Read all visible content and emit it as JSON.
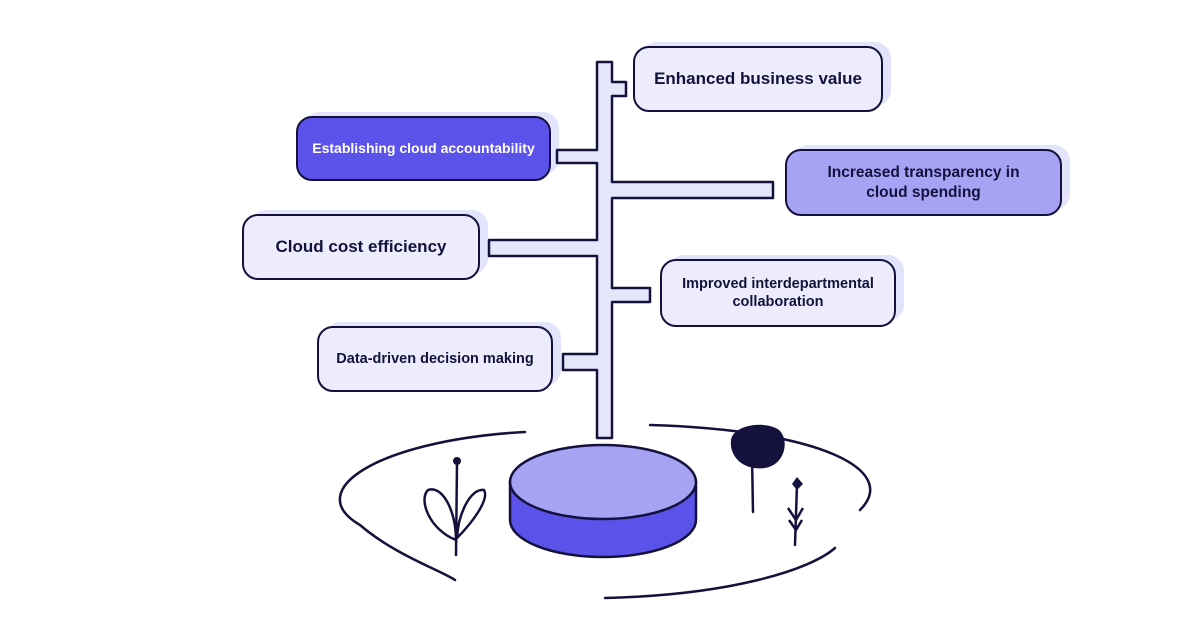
{
  "benefits": {
    "enhanced_business_value": "Enhanced business value",
    "cloud_accountability": "Establishing cloud accountability",
    "transparency_spending": "Increased transparency in cloud spending",
    "cost_efficiency": "Cloud cost efficiency",
    "interdepartmental_collaboration": "Improved interdepartmental collaboration",
    "data_driven_decisions": "Data-driven decision making"
  },
  "colors": {
    "outline": "#14123d",
    "card_pale": "#ececfc",
    "card_mid": "#a6a3f5",
    "card_dark": "#5b52ea",
    "trunk": "#e6e6fb",
    "platform_top": "#a6a3f5",
    "platform_side": "#5b52ea"
  }
}
